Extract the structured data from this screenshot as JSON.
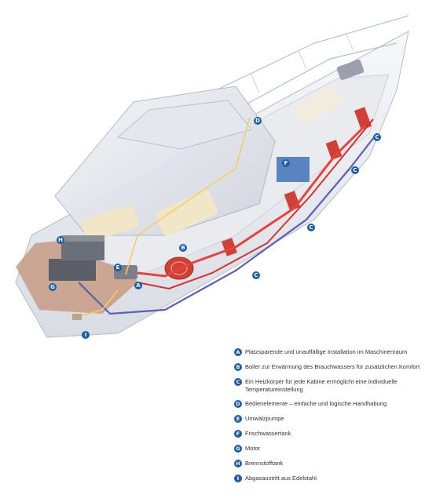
{
  "colors": {
    "callout": "#1c5ea8",
    "heating_duct": "#e8423a",
    "exhaust_pipe": "#5d5fb0",
    "control_wire": "#f2d060",
    "hull": "#eef0f4",
    "deck": "#c79b84"
  },
  "callouts": [
    {
      "letter": "A"
    },
    {
      "letter": "B"
    },
    {
      "letter": "C"
    },
    {
      "letter": "C"
    },
    {
      "letter": "C"
    },
    {
      "letter": "C"
    },
    {
      "letter": "D"
    },
    {
      "letter": "E"
    },
    {
      "letter": "F"
    },
    {
      "letter": "G"
    },
    {
      "letter": "H"
    },
    {
      "letter": "I"
    }
  ],
  "legend": [
    {
      "letter": "A",
      "text": "Platzsparende und unauffällige Installation im Maschinenraum"
    },
    {
      "letter": "B",
      "text": "Boiler zur Erwärmung des Brauchwassers für zusätzlichen Komfort"
    },
    {
      "letter": "C",
      "text": "Ein Heizkörper für jede Kabine ermöglicht eine individuelle Temperatureinstellung"
    },
    {
      "letter": "D",
      "text": "Bedienelemente – einfache und logische Handhabung"
    },
    {
      "letter": "E",
      "text": "Umwälzpumpe"
    },
    {
      "letter": "F",
      "text": "Frischwassertank"
    },
    {
      "letter": "G",
      "text": "Motor"
    },
    {
      "letter": "H",
      "text": "Brennstofftank"
    },
    {
      "letter": "I",
      "text": "Abgasaustritt aus Edelstahl"
    }
  ]
}
